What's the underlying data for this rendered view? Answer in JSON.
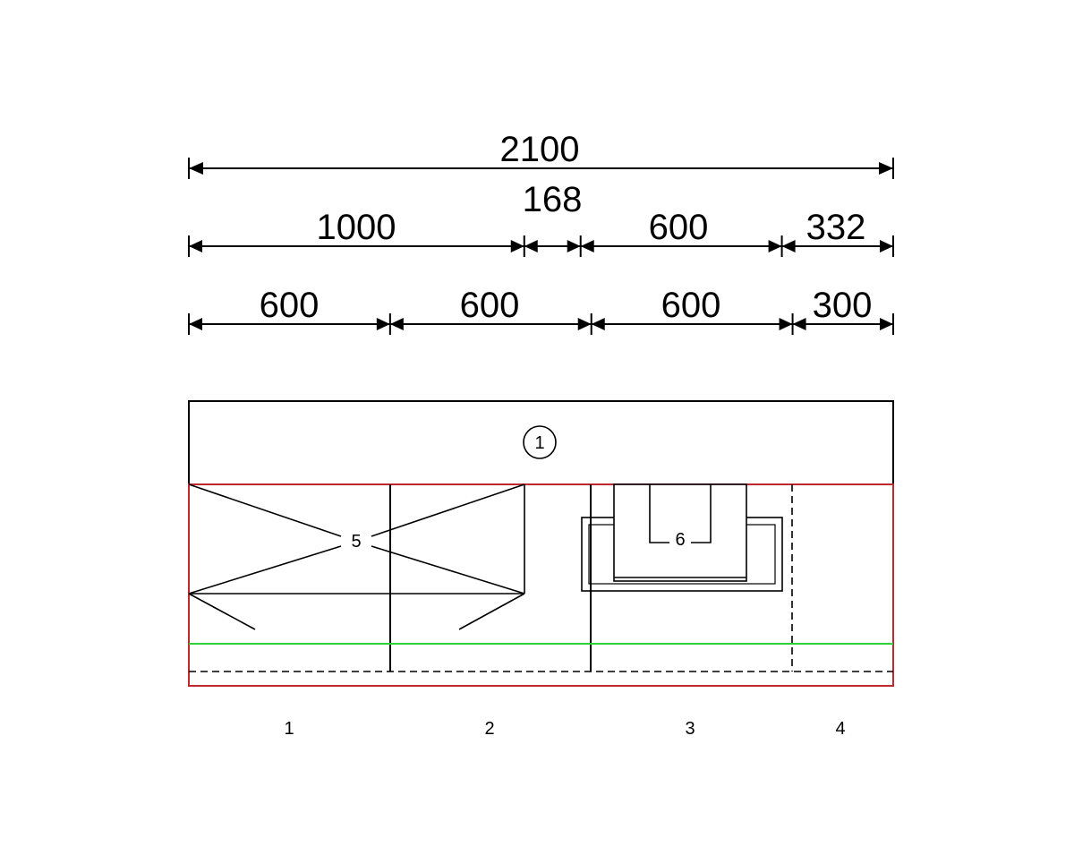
{
  "dimensions": {
    "total": {
      "value": "2100",
      "segments_mm": [
        2100
      ]
    },
    "row2": {
      "labels": [
        "1000",
        "168",
        "600",
        "332"
      ],
      "segments_mm": [
        1000,
        168,
        600,
        332
      ]
    },
    "row3": {
      "labels": [
        "600",
        "600",
        "600",
        "300"
      ],
      "segments_mm": [
        600,
        600,
        600,
        300
      ]
    }
  },
  "plan": {
    "worktop_marker": "1",
    "sink_label": "5",
    "hob_label": "6",
    "front_line_color": "#2fcf3a",
    "cabinet_outline_color": "#c0282d"
  },
  "bays": [
    "1",
    "2",
    "3",
    "4"
  ]
}
